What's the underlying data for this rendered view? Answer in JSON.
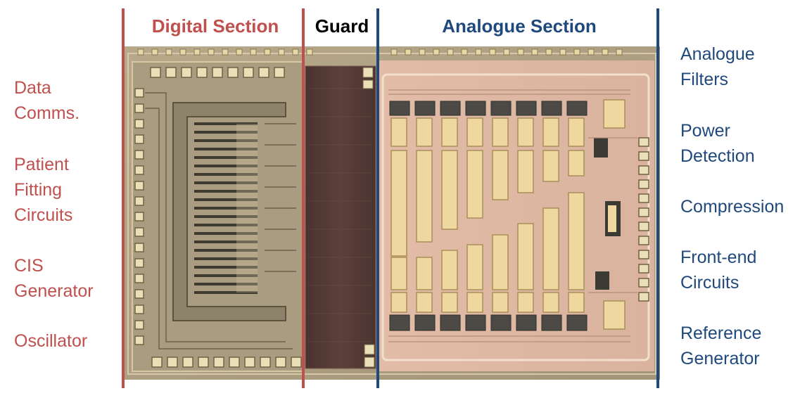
{
  "colors": {
    "digital": "#c0504d",
    "guard": "#000000",
    "analogue": "#1f497d",
    "left_text": "#c0504d",
    "right_text": "#1f497d"
  },
  "headers": {
    "digital": "Digital Section",
    "guard": "Guard",
    "analogue": "Analogue Section"
  },
  "left_labels": {
    "data_comms": "Data\nComms.",
    "patient_fitting": "Patient\nFitting\nCircuits",
    "cis_generator": "CIS\nGenerator",
    "oscillator": "Oscillator"
  },
  "right_labels": {
    "analogue_filters": "Analogue\nFilters",
    "power_detection": "Power\nDetection",
    "compression": "Compression",
    "front_end": "Front-end\nCircuits",
    "reference_generator": "Reference\nGenerator"
  }
}
